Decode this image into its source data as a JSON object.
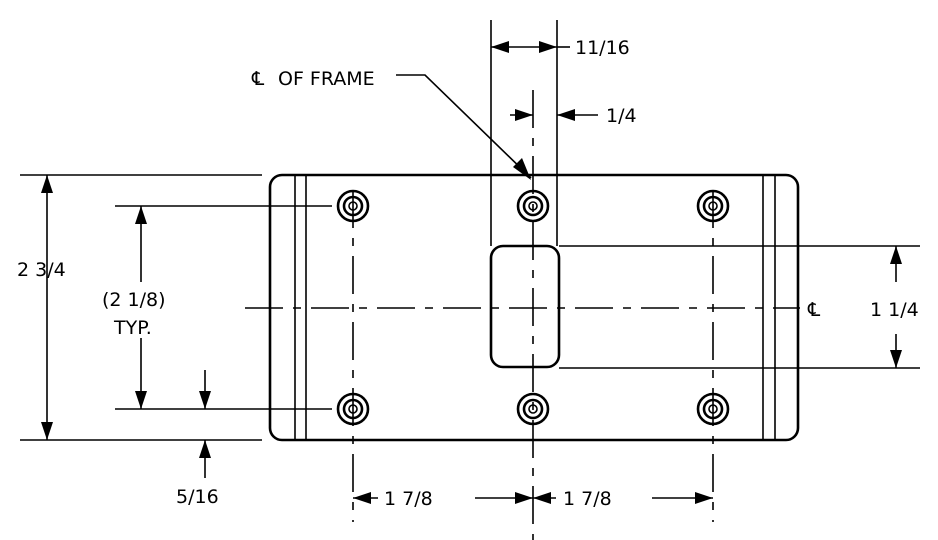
{
  "drawing": {
    "labels": {
      "dim_11_16": "11/16",
      "dim_1_4": "1/4",
      "cl_frame_symbol": "℄",
      "cl_frame_text": "OF FRAME",
      "dim_2_3_4": "2 3/4",
      "dim_2_1_8": "(2 1/8)",
      "typ": "TYP.",
      "cl_symbol": "℄",
      "dim_1_1_4": "1 1/4",
      "dim_5_16": "5/16",
      "dim_1_7_8_left": "1 7/8",
      "dim_1_7_8_right": "1 7/8"
    }
  }
}
